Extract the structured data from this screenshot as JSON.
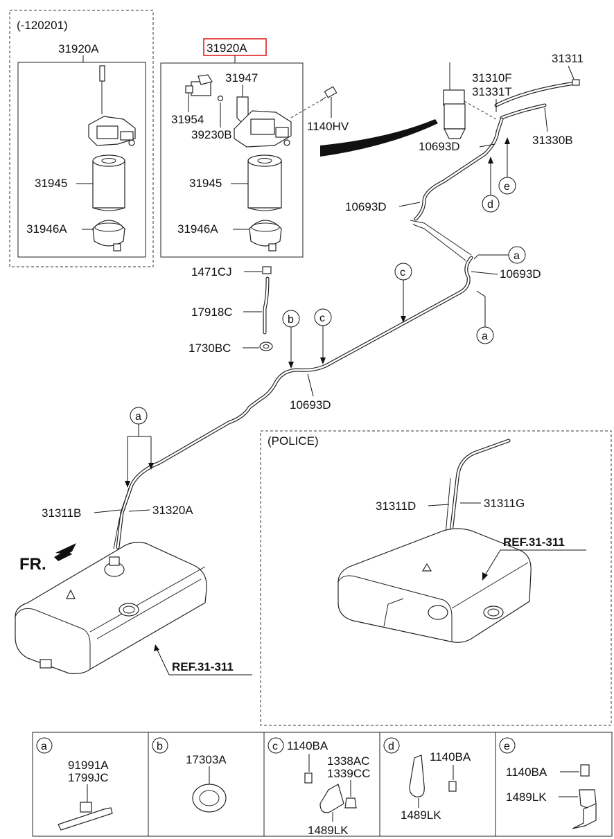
{
  "variant_early": {
    "label": "(-120201)",
    "part_top": "31920A",
    "filter": "31945",
    "bowl": "31946A"
  },
  "main_assembly": {
    "part_top": "31920A",
    "highlight_color": "#e02020",
    "labels": {
      "bracket": "31947",
      "sensor": "31954",
      "oring": "39230B",
      "bolt": "1140HV",
      "filter": "31945",
      "bowl": "31946A"
    }
  },
  "hose_parts": {
    "clamp": "1471CJ",
    "hose": "17918C",
    "grommet": "1730BC"
  },
  "pipe_labels": {
    "p31311": "31311",
    "p31310F": "31310F",
    "p31331T": "31331T",
    "p31330B": "31330B",
    "tube_1": "10693D",
    "tube_2": "10693D",
    "tube_3": "10693D",
    "tube_4": "10693D",
    "p31311B": "31311B",
    "p31320A": "31320A"
  },
  "callouts": [
    "a",
    "b",
    "c",
    "d",
    "e"
  ],
  "front_marker": "FR.",
  "tank_ref": "REF.31-311",
  "police": {
    "label": "(POLICE)",
    "pipe_left": "31311D",
    "pipe_right": "31311G",
    "ref": "REF.31-311"
  },
  "detail_table": [
    {
      "key": "a",
      "parts": [
        "91991A",
        "1799JC"
      ]
    },
    {
      "key": "b",
      "parts": [
        "17303A"
      ]
    },
    {
      "key": "c",
      "parts": [
        "1140BA",
        "1338AC",
        "1339CC",
        "1489LK"
      ]
    },
    {
      "key": "d",
      "parts": [
        "1140BA",
        "1489LK"
      ]
    },
    {
      "key": "e",
      "parts": [
        "1140BA",
        "1489LK"
      ]
    }
  ]
}
